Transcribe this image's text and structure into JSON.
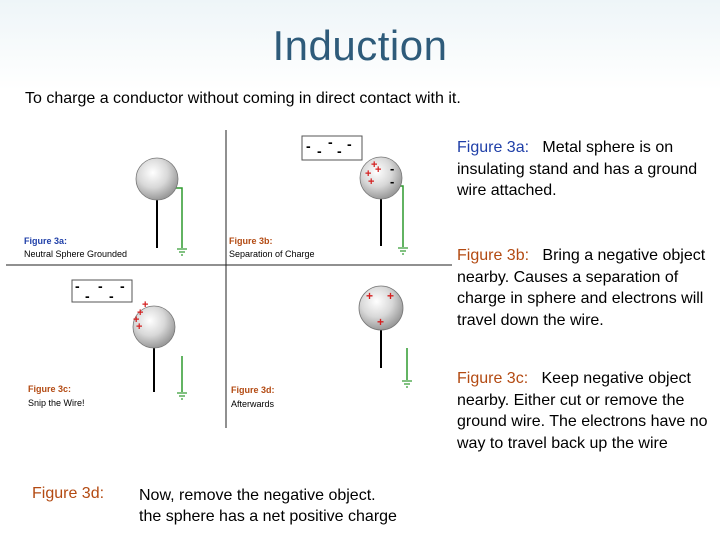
{
  "title": "Induction",
  "subtitle": "To charge a conductor without coming in direct contact with it.",
  "panels": {
    "a": {
      "label_1": "Figure 3a:",
      "label_2": "Neutral Sphere Grounded"
    },
    "b": {
      "label_1": "Figure 3b:",
      "label_2": "Separation of Charge"
    },
    "c": {
      "label_1": "Figure 3c:",
      "label_2": "Snip the Wire!"
    },
    "d": {
      "label_1": "Figure 3d:",
      "label_2": "Afterwards"
    }
  },
  "captions": {
    "fig3a": {
      "label": "Figure 3a:",
      "text": "Metal sphere is on insulating stand and has a ground wire attached."
    },
    "fig3b": {
      "label": "Figure 3b:",
      "text": "Bring a negative object nearby. Causes a separation of charge in sphere and electrons will travel down the wire."
    },
    "fig3c": {
      "label": "Figure 3c:",
      "text": "Keep negative object nearby. Either cut or remove the ground wire. The electrons have no way to travel back up the wire"
    },
    "fig3d": {
      "label": "Figure 3d:",
      "text_line1": "Now, remove the negative object.",
      "text_line2": "the sphere has a net positive charge"
    }
  },
  "symbols": {
    "plus": "+",
    "minus": "-"
  },
  "colors": {
    "title": "#2e5b7a",
    "label_blue": "#1f3fa8",
    "label_orange": "#b34a12",
    "positive": "#d42020",
    "wire": "#2f9a2f"
  }
}
